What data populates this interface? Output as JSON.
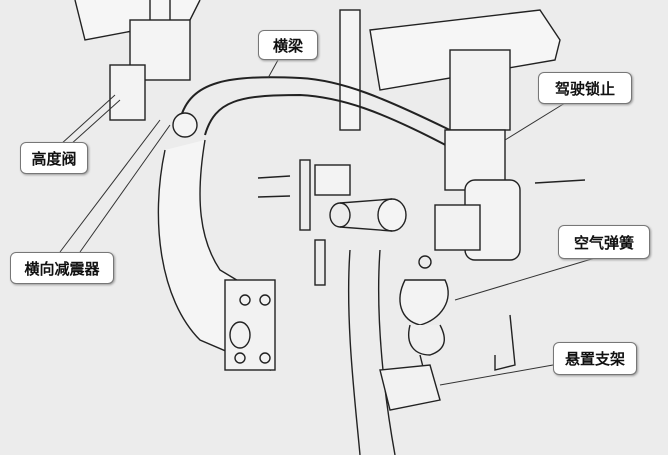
{
  "labels": {
    "crossbeam": "横梁",
    "cab_lock": "驾驶锁止",
    "height_valve": "高度阀",
    "air_spring": "空气弹簧",
    "lateral_damper": "横向减震器",
    "suspension_bracket": "悬置支架"
  }
}
